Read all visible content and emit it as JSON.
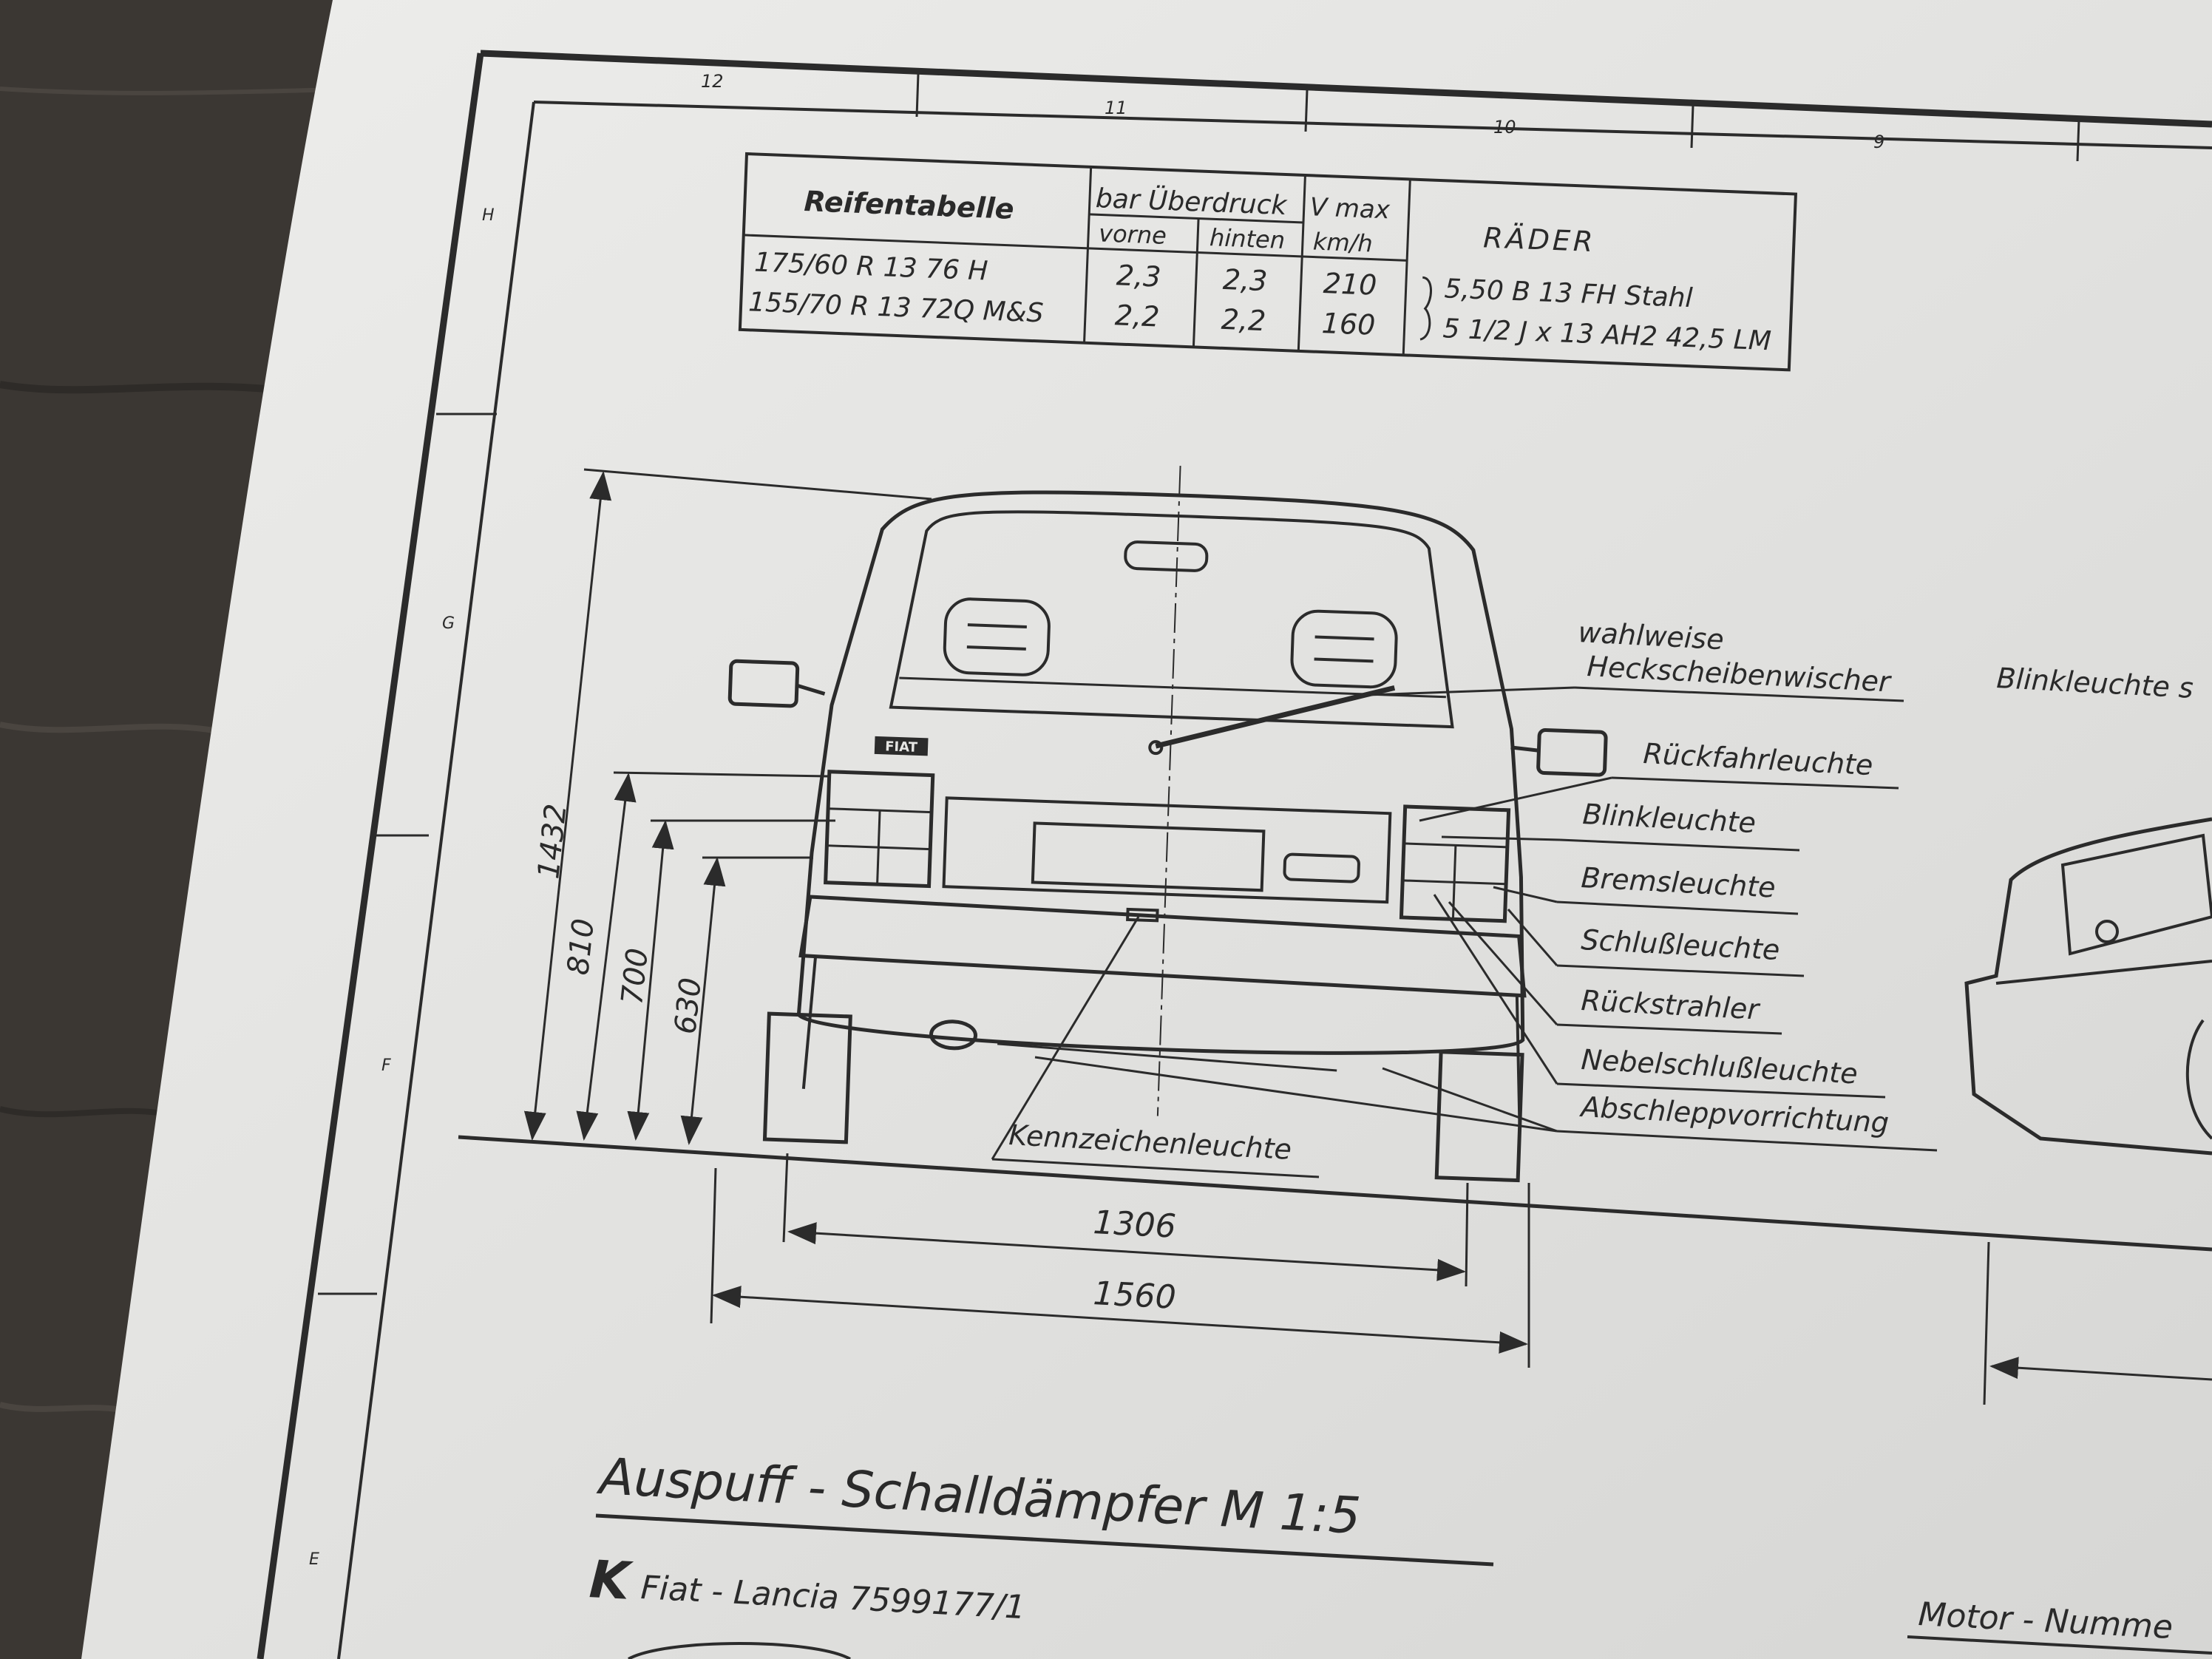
{
  "frame": {
    "zones_top": [
      "12",
      "11",
      "10",
      "9"
    ],
    "zones_left": [
      "H",
      "G",
      "F",
      "E"
    ]
  },
  "tire_table": {
    "title": "Reifentabelle",
    "pressure_header": "bar Überdruck",
    "front_header": "vorne",
    "rear_header": "hinten",
    "vmax_header": "V max",
    "vmax_unit": "km/h",
    "wheels_header": "RÄDER",
    "rows": [
      {
        "tire": "175/60 R 13   76 H",
        "front": "2,3",
        "rear": "2,3",
        "vmax": "210",
        "wheel": "5,50  B 13  FH  Stahl"
      },
      {
        "tire": "155/70 R 13 72Q M&S",
        "front": "2,2",
        "rear": "2,2",
        "vmax": "160",
        "wheel": "5 1/2  J x 13  AH2  42,5  LM"
      }
    ]
  },
  "dimensions": {
    "height_total": "1432",
    "h810": "810",
    "h700": "700",
    "h630": "630",
    "track": "1306",
    "width": "1560"
  },
  "callouts": {
    "wiper_line1": "wahlweise",
    "wiper_line2": "Heckscheibenwischer",
    "reverse": "Rückfahrleuchte",
    "indicator": "Blinkleuchte",
    "brake": "Bremsleuchte",
    "tail": "Schlußleuchte",
    "reflector": "Rückstrahler",
    "fog": "Nebelschlußleuchte",
    "towing": "Abschleppvorrichtung",
    "plate_light": "Kennzeichenleuchte",
    "indicator_side": "Blinkleuchte  s"
  },
  "car": {
    "badge": "FIAT"
  },
  "footer": {
    "heading": "Auspuff - Schalldämpfer   M 1:5",
    "k_mark": "K",
    "ref": "Fiat - Lancia  7599177/1",
    "motor": "Motor - Numme"
  }
}
